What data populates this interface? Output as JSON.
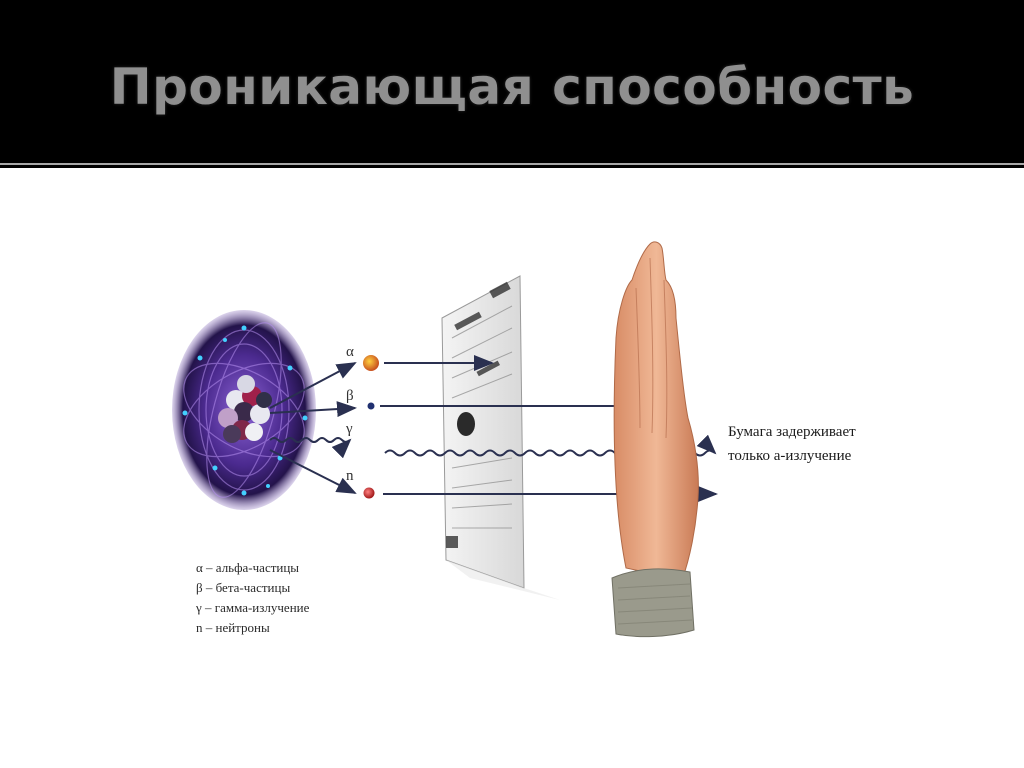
{
  "title": "Проникающая способность",
  "radiation_labels": {
    "alpha": "α",
    "beta": "β",
    "gamma": "γ",
    "neutron": "n"
  },
  "legend": [
    "α – альфа-частицы",
    "β – бета-частицы",
    "γ – гамма-излучение",
    "n – нейтроны"
  ],
  "note": {
    "line1": "Бумага задерживает",
    "line2": "только а-излучение"
  },
  "colors": {
    "header_bg": "#000000",
    "title": "#8f8f8f",
    "content_bg": "#ffffff",
    "atom_glow": "#6a3fb0",
    "ray": "#2a3050",
    "skin": "#e3a27c"
  }
}
